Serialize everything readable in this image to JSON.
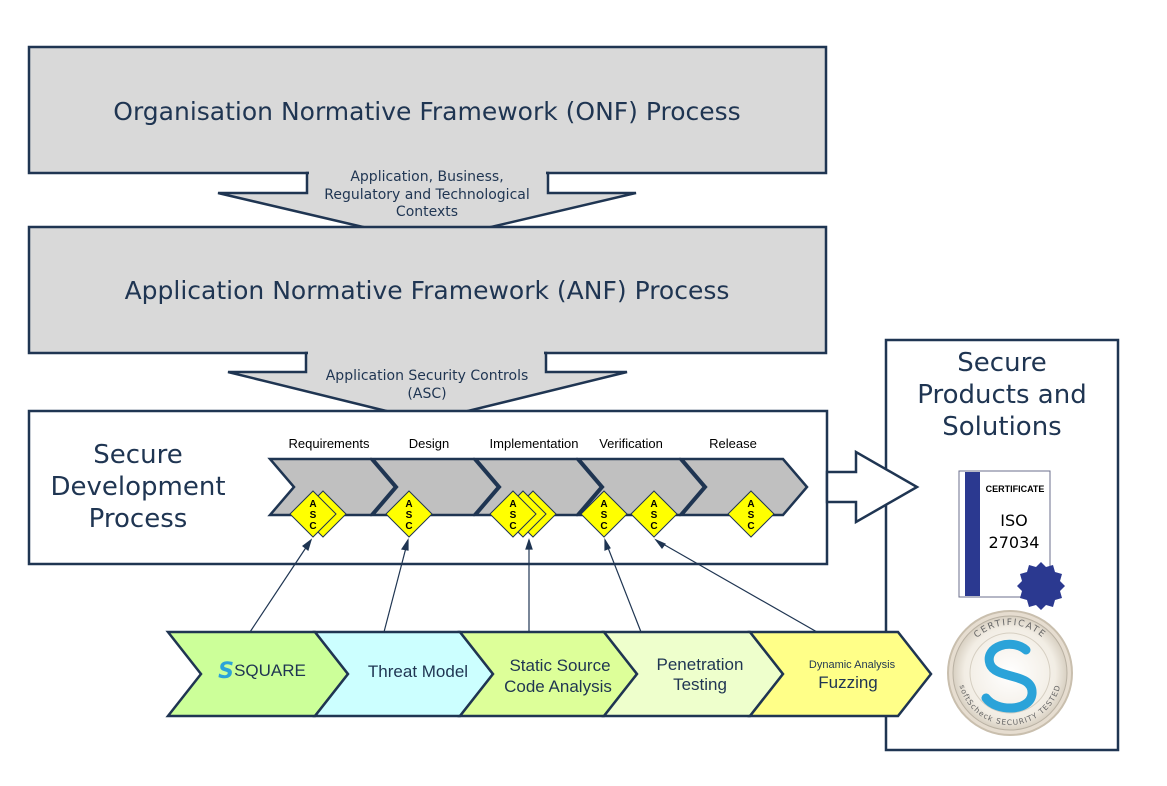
{
  "onf": {
    "title": "Organisation Normative Framework (ONF) Process"
  },
  "contexts": {
    "lines": [
      "Application,  Business,",
      "Regulatory and Technological",
      "Contexts"
    ]
  },
  "anf": {
    "title": "Application Normative Framework (ANF) Process"
  },
  "asc_arrow": {
    "lines": [
      "Application  Security  Controls",
      "(ASC)"
    ]
  },
  "sdp": {
    "title_lines": [
      "Secure",
      "Development",
      "Process"
    ],
    "phases": [
      "Requirements",
      "Design",
      "Implementation",
      "Verification",
      "Release"
    ],
    "asc_letters": [
      "A",
      "S",
      "C"
    ]
  },
  "products": {
    "title_lines": [
      "Secure",
      "Products and",
      "Solutions"
    ],
    "certificate": {
      "heading": "CERTIFICATE",
      "line1": "ISO",
      "line2": "27034"
    },
    "seal": {
      "top_text": "CERTIFICATE",
      "bottom_text": "softScheck SECURITY TESTED"
    }
  },
  "tools": {
    "square": {
      "label": "SQUARE",
      "logo_glyph": "S"
    },
    "threat_model": {
      "label": "Threat Model"
    },
    "static_analysis": {
      "lines": [
        "Static Source",
        "Code Analysis"
      ]
    },
    "pen_testing": {
      "lines": [
        "Penetration",
        "Testing"
      ]
    },
    "fuzzing": {
      "sub": "Dynamic Analysis",
      "label": "Fuzzing"
    }
  },
  "colors": {
    "text_dark": "#1f3552",
    "box_fill": "#d9d9d9",
    "border": "#1f3552",
    "asc_yellow": "#ffff00",
    "square_green": "#ccff99",
    "threat_cyan": "#ccffff",
    "static_green": "#ddff99",
    "pen_green": "#eeffcc",
    "fuzz_yellow": "#ffff88",
    "badge_navy": "#2b3990",
    "logo_cyan": "#2ba3d9"
  }
}
